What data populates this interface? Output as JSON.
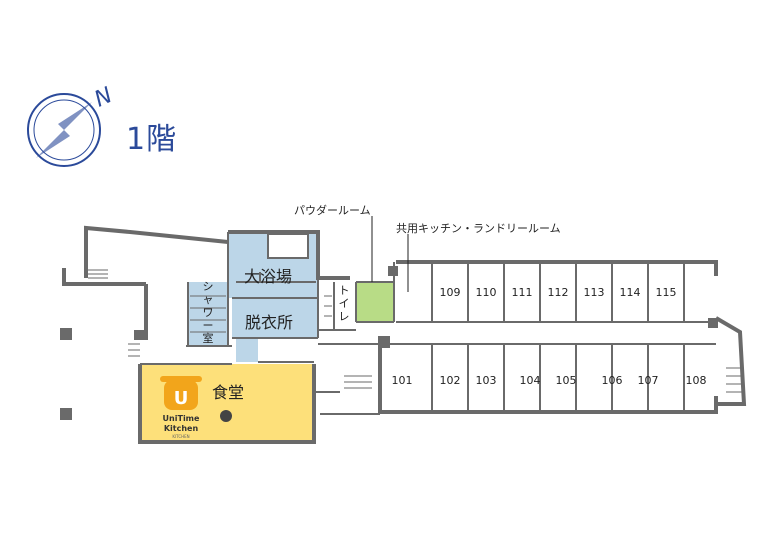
{
  "floor": {
    "title": "1階"
  },
  "compass": {
    "north_label": "N",
    "color": "#2b4a9a"
  },
  "callouts": {
    "powder_room": "パウダールーム",
    "kitchen_laundry": "共用キッチン・ランドリールーム"
  },
  "rooms": {
    "bath": "大浴場",
    "changing": "脱衣所",
    "shower_chars": [
      "シ",
      "ャ",
      "ワ",
      "ー",
      "室"
    ],
    "toilet_chars": [
      "ト",
      "イ",
      "レ"
    ],
    "dining": "食堂",
    "guest_rooms_top": [
      "109",
      "110",
      "111",
      "112",
      "113",
      "114",
      "115"
    ],
    "guest_rooms_bottom": [
      "101",
      "102",
      "103",
      "104",
      "105",
      "106",
      "107",
      "108"
    ]
  },
  "logo": {
    "letter": "U",
    "line1": "UniTime",
    "line2": "Kitchen",
    "line3": "KITCHEN"
  },
  "colors": {
    "wall": "#6a6a6a",
    "bath_area": "#bcd6e8",
    "dining_area": "#fde07a",
    "powder_area": "#b8dc86",
    "logo_orange": "#f2a51b",
    "title_blue": "#2b4a9a"
  }
}
